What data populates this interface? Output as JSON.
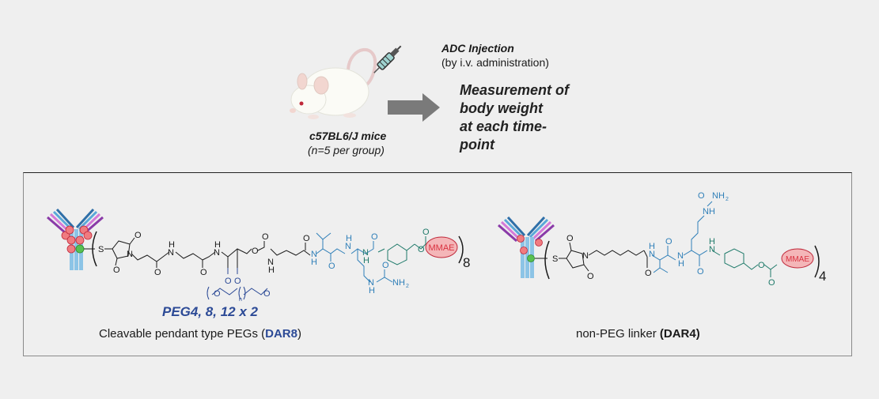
{
  "experiment": {
    "mouse_label": "c57BL6/J mice",
    "group_label": "(n=5 per group)",
    "injection_title": "ADC Injection",
    "injection_route": "(by i.v. administration)",
    "measurement_lines": [
      "Measurement of",
      "body weight",
      "at each time-",
      "point"
    ]
  },
  "constructs": [
    {
      "id": "peg-dar8",
      "peg_label": "PEG4, 8, 12 x 2",
      "caption_prefix": "Cleavable pendant type PEGs (",
      "caption_dar": "DAR8",
      "caption_suffix": ")",
      "payload": "MMAE",
      "multiplier": "8"
    },
    {
      "id": "nonpeg-dar4",
      "caption_prefix": "non-PEG linker ",
      "caption_dar": "(DAR4)",
      "payload": "MMAE",
      "multiplier": "4"
    }
  ],
  "atoms": {
    "S": "S",
    "N": "N",
    "O": "O",
    "H": "H",
    "NH": "NH",
    "NH2": "NH",
    "sub2": "2",
    "n": "n"
  },
  "colors": {
    "background": "#efefef",
    "linker_black": "#1a1a1a",
    "peptide_blue": "#2f7fb8",
    "pab_teal": "#1f7a6a",
    "peg_blue": "#2c4a96",
    "payload_fill": "#f4b6b8",
    "payload_stroke": "#c0283a",
    "payload_text": "#d9313f",
    "arrow_gray": "#7a7a7a"
  }
}
